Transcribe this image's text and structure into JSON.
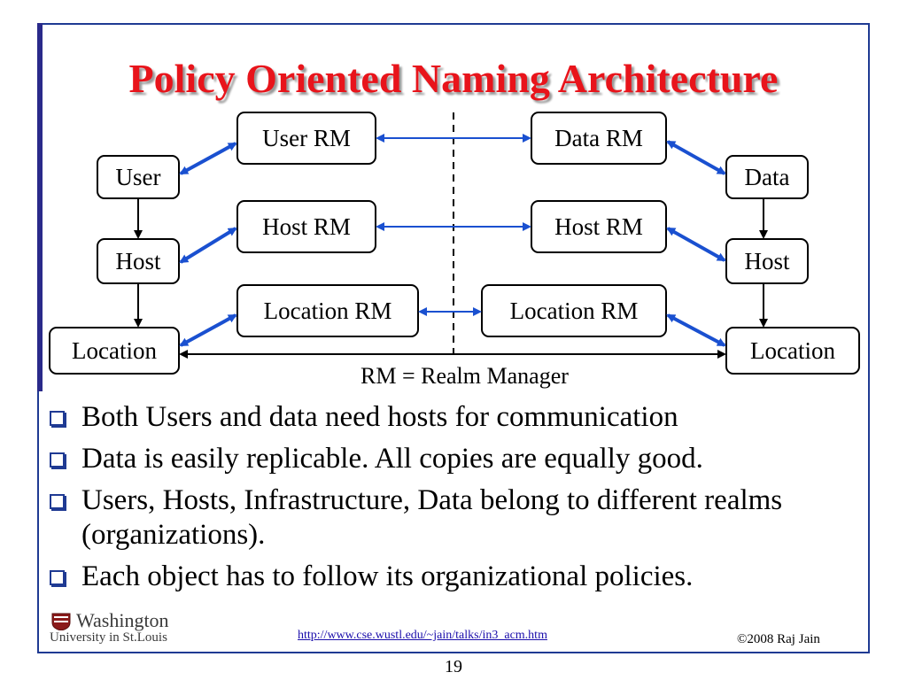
{
  "slide": {
    "title": "Policy Oriented Naming Architecture",
    "page_number": "19"
  },
  "diagram": {
    "left": {
      "user": "User",
      "host": "Host",
      "location": "Location",
      "user_rm": "User RM",
      "host_rm": "Host RM",
      "location_rm": "Location RM"
    },
    "right": {
      "data": "Data",
      "host": "Host",
      "location": "Location",
      "data_rm": "Data RM",
      "host_rm": "Host RM",
      "location_rm": "Location RM"
    },
    "caption": "RM = Realm Manager"
  },
  "bullets": [
    "Both Users and data need hosts for communication",
    "Data is easily replicable. All copies are equally good.",
    "Users, Hosts, Infrastructure, Data belong to different realms (organizations).",
    "Each object has to follow its organizational policies."
  ],
  "footer": {
    "logo_line1": "Washington",
    "logo_line2": "University in St.Louis",
    "url": "http://www.cse.wustl.edu/~jain/talks/in3_acm.htm",
    "copyright": "©2008 Raj Jain"
  },
  "colors": {
    "title": "#e8141b",
    "arrow_blue": "#1a50d0",
    "frame": "#1f3a93"
  }
}
